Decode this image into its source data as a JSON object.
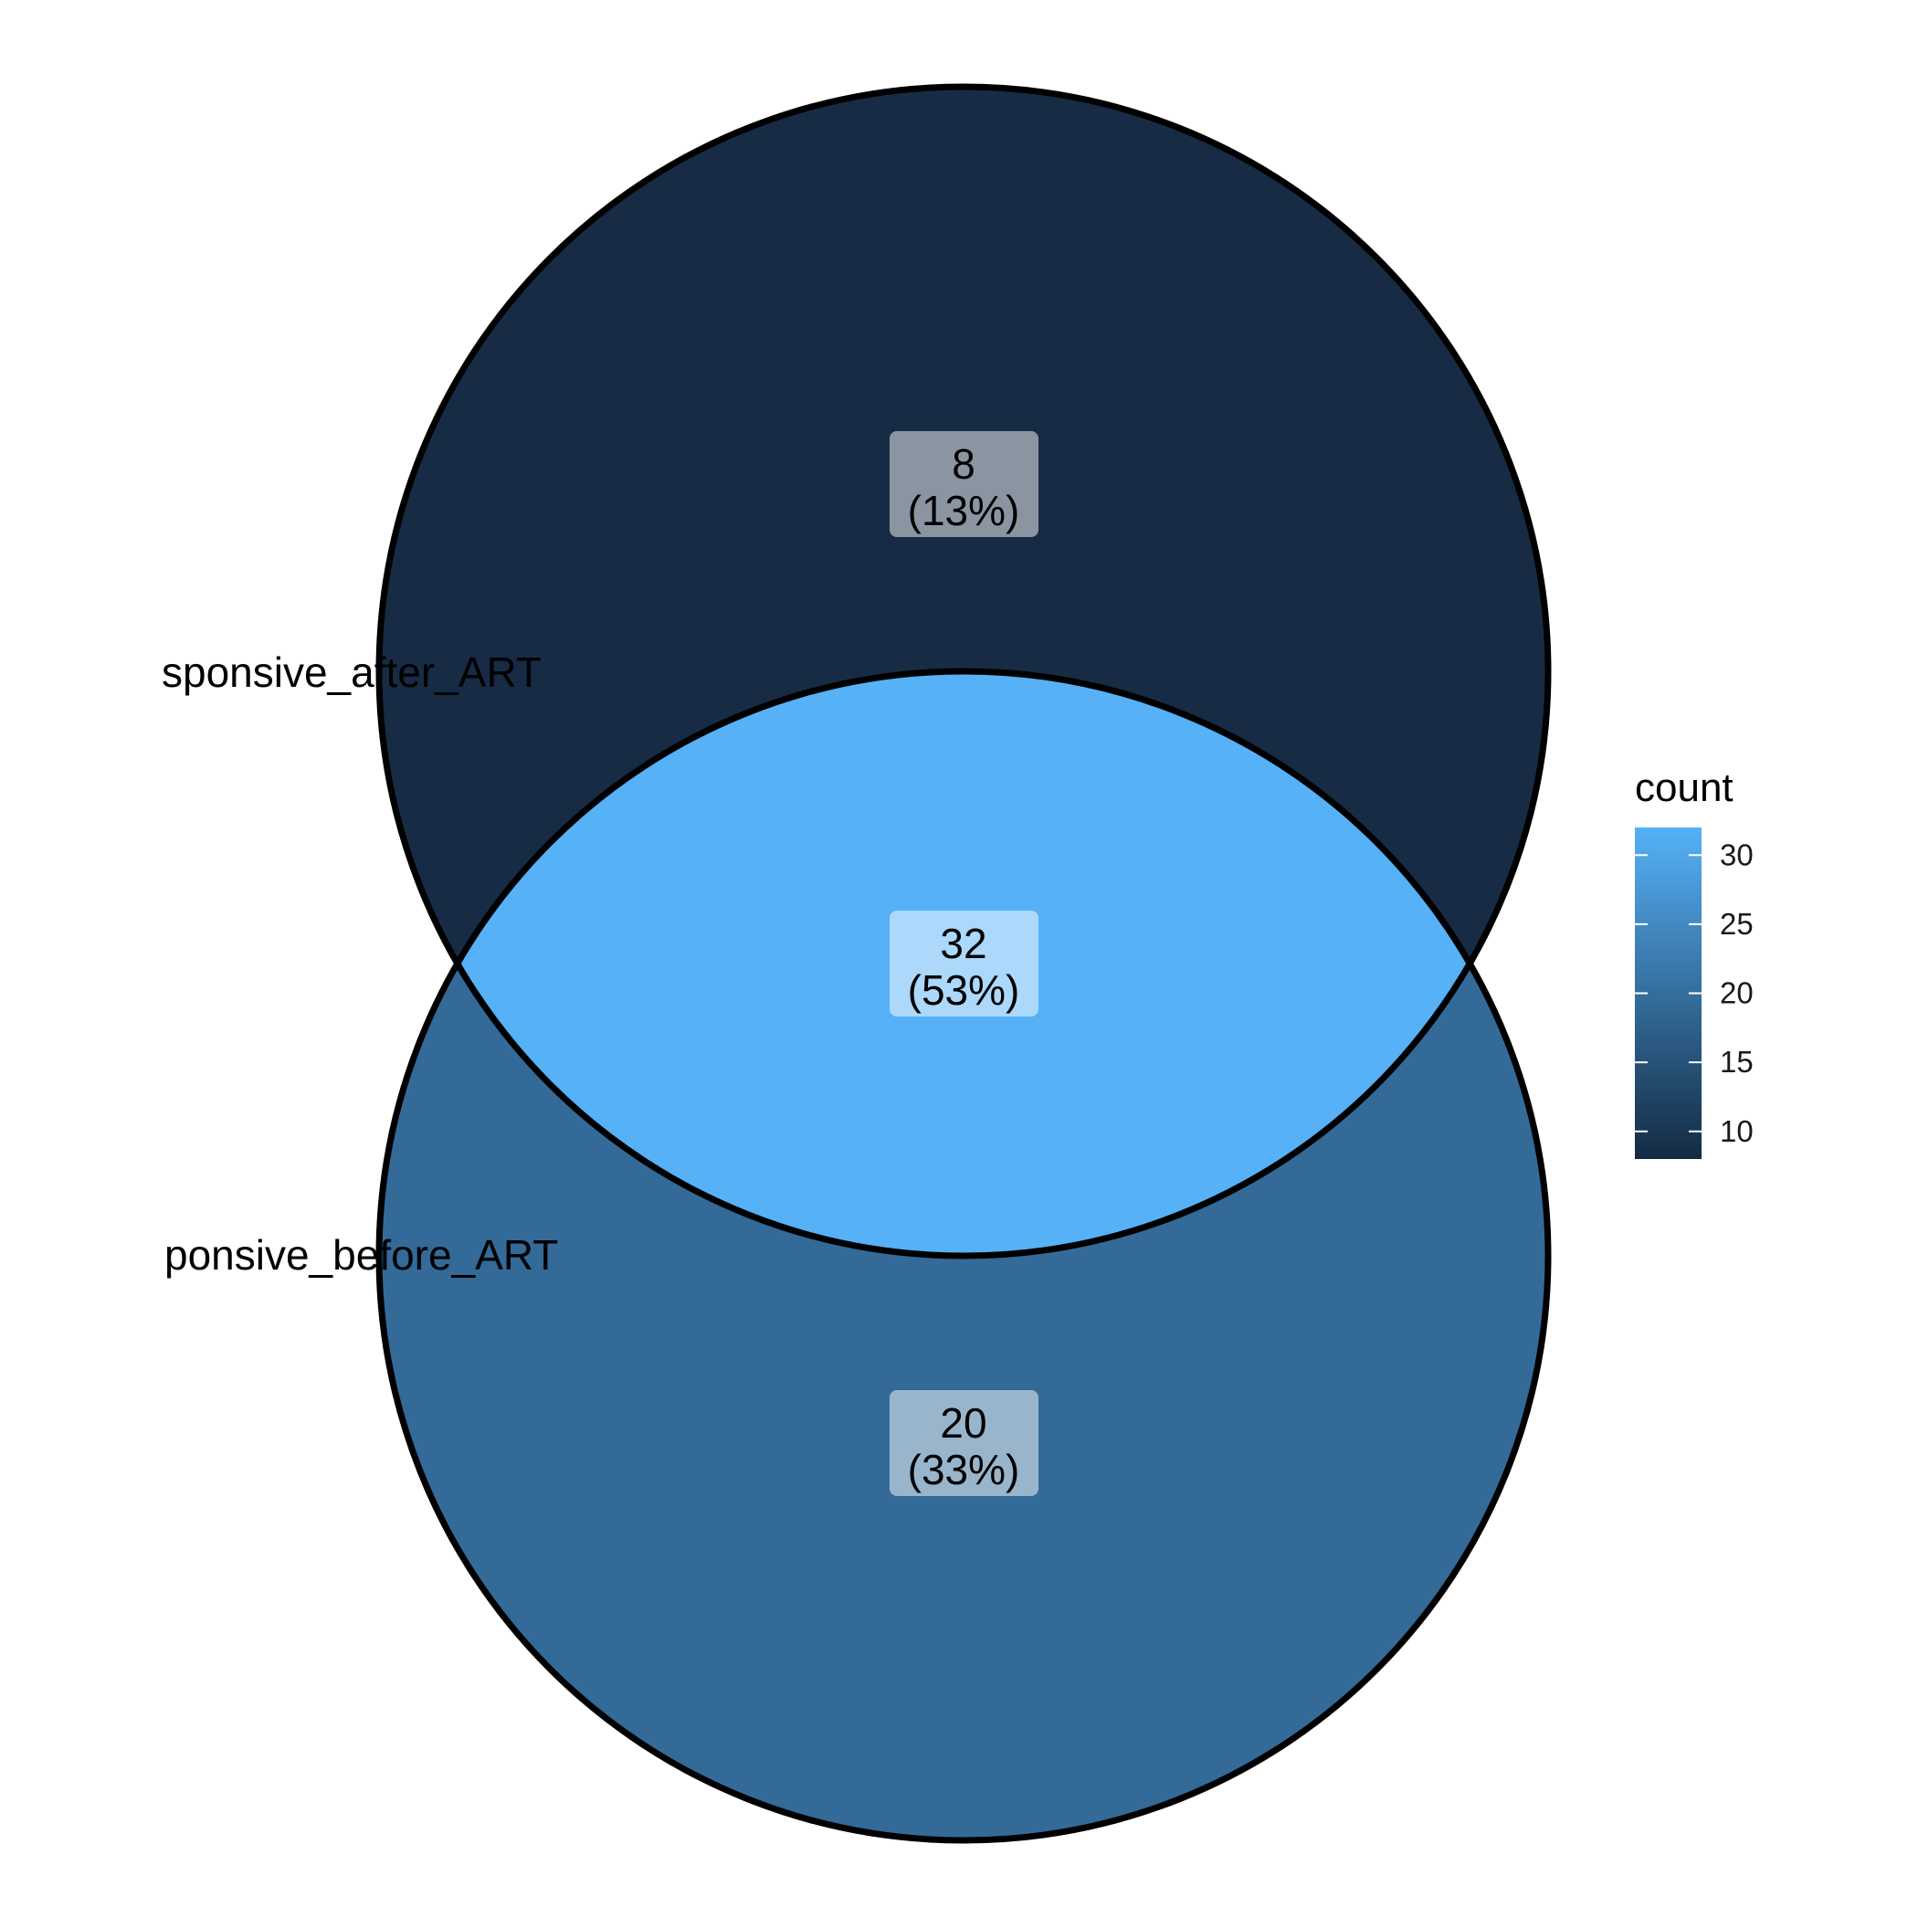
{
  "sets": [
    {
      "id": "after",
      "label": "sponsive_after_ART"
    },
    {
      "id": "before",
      "label": "ponsive_before_ART"
    }
  ],
  "regions": [
    {
      "id": "after_only",
      "count": "8",
      "percent": "(13%)",
      "value": 8,
      "color": "#172B44"
    },
    {
      "id": "intersection",
      "count": "32",
      "percent": "(53%)",
      "value": 32,
      "color": "#56B1F7"
    },
    {
      "id": "before_only",
      "count": "20",
      "percent": "(33%)",
      "value": 20,
      "color": "#336A98"
    }
  ],
  "legend": {
    "title": "count",
    "ticks": [
      "10",
      "15",
      "20",
      "25",
      "30"
    ],
    "low_color": "#132B43",
    "high_color": "#56B1F7"
  },
  "chart_data": {
    "type": "venn",
    "sets": [
      "sponsive_after_ART",
      "ponsive_before_ART"
    ],
    "regions": [
      {
        "sets": [
          "sponsive_after_ART"
        ],
        "count": 8,
        "percent": 13
      },
      {
        "sets": [
          "sponsive_after_ART",
          "ponsive_before_ART"
        ],
        "count": 32,
        "percent": 53
      },
      {
        "sets": [
          "ponsive_before_ART"
        ],
        "count": 20,
        "percent": 33
      }
    ],
    "legend": {
      "title": "count",
      "type": "colorbar",
      "range": [
        8,
        32
      ],
      "ticks": [
        10,
        15,
        20,
        25,
        30
      ],
      "placement": "right"
    }
  }
}
